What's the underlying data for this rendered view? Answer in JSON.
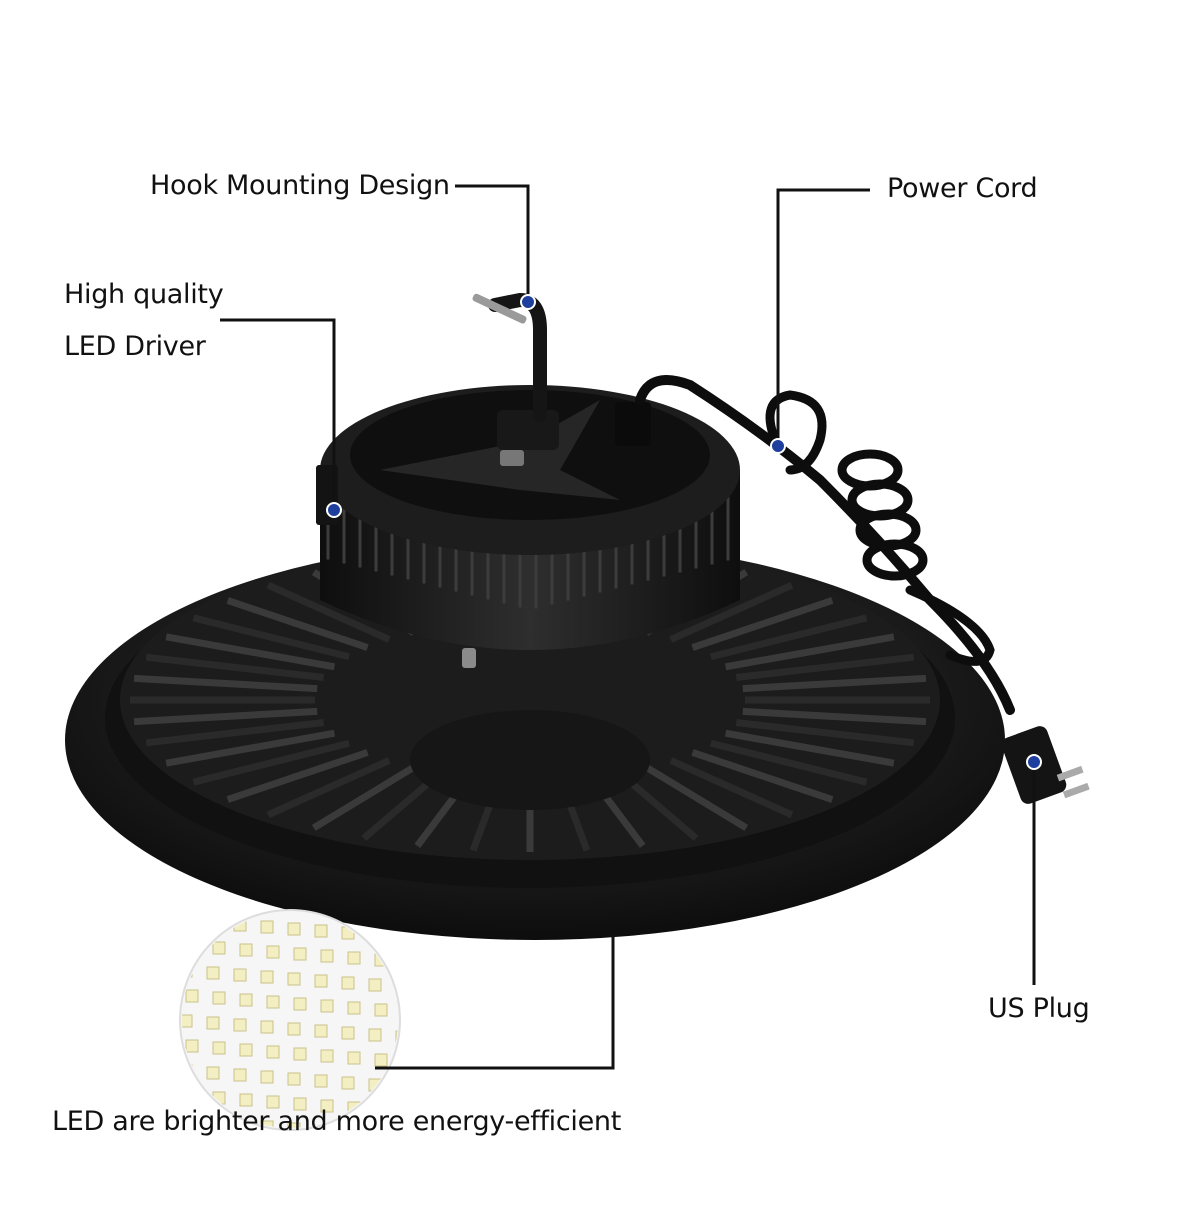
{
  "labels": {
    "hook_mounting": "Hook Mounting Design",
    "power_cord": "Power Cord",
    "driver_line1": "High quality",
    "driver_line2": "LED Driver",
    "us_plug": "US Plug",
    "led_caption": "LED are brighter and more energy-efficient"
  },
  "colors": {
    "lamp_body": "#1a1a1a",
    "leader_line": "#111111",
    "marker_dot": "#1f3f9e",
    "led_chip": "#f3efc2"
  },
  "icons": {
    "lamp": "ufo-high-bay-light",
    "zoom": "led-chip-array"
  }
}
